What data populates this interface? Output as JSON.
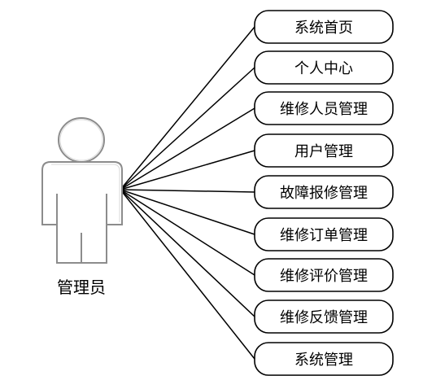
{
  "actor": {
    "label": "管理员",
    "icon": "stick-figure-person-icon"
  },
  "use_cases": [
    {
      "label": "系统首页"
    },
    {
      "label": "个人中心"
    },
    {
      "label": "维修人员管理"
    },
    {
      "label": "用户管理"
    },
    {
      "label": "故障报修管理"
    },
    {
      "label": "维修订单管理"
    },
    {
      "label": "维修评价管理"
    },
    {
      "label": "维修反馈管理"
    },
    {
      "label": "系统管理"
    }
  ],
  "colors": {
    "stroke": "#000000",
    "actor_outline": "#8c8c8c",
    "background": "#ffffff"
  }
}
